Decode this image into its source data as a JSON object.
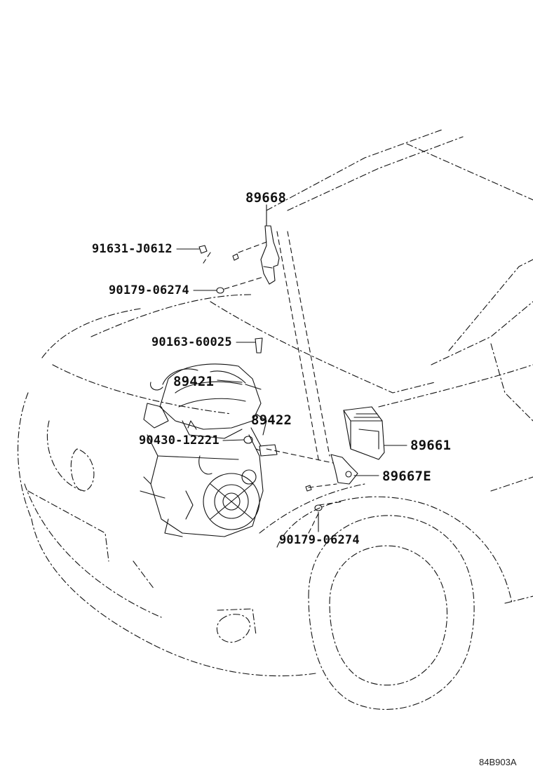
{
  "parts": {
    "p89668": "89668",
    "p91631": "91631-J0612",
    "p90179a": "90179-06274",
    "p90163": "90163-60025",
    "p89421": "89421",
    "p89422": "89422",
    "p90430": "90430-12221",
    "p89661": "89661",
    "p89667e": "89667E",
    "p90179b": "90179-06274"
  },
  "diagram_code": "84B903A",
  "colors": {
    "ink": "#111111",
    "background": "#ffffff"
  }
}
